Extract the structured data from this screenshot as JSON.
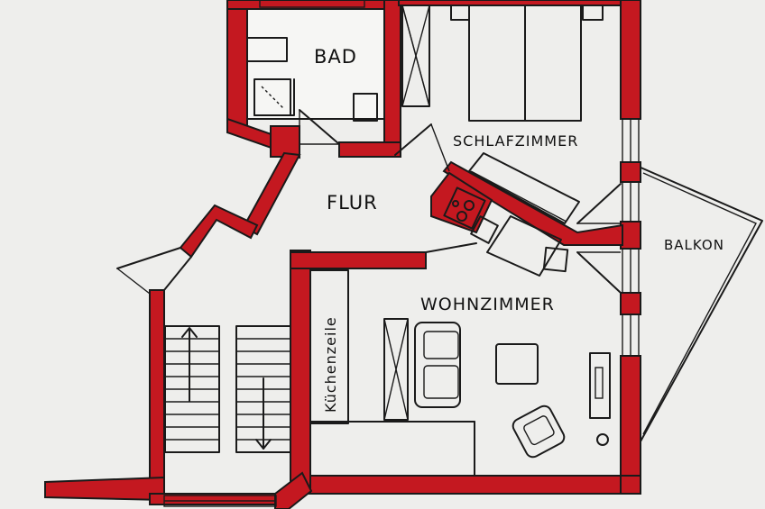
{
  "plan": {
    "rooms": {
      "bad": "BAD",
      "schlafzimmer": "SCHLAFZIMMER",
      "flur": "FLUR",
      "balkon": "BALKON",
      "wohnzimmer": "WOHNZIMMER",
      "kuechenzeile": "Küchenzeile"
    },
    "colors": {
      "wall": "#c41820",
      "ink": "#1a1a1a",
      "paper": "#eeeeec"
    }
  }
}
